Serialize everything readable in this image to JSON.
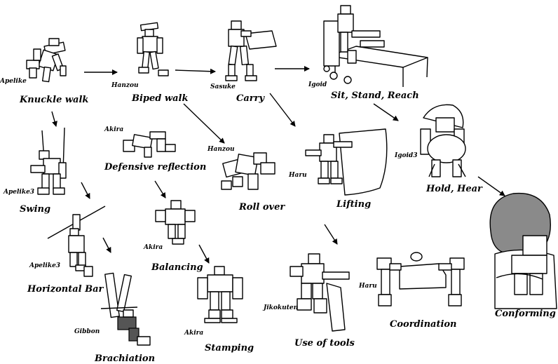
{
  "activities": {
    "knuckle_walk": "Knuckle walk",
    "biped_walk": "Biped walk",
    "carry": "Carry",
    "sit_stand_reach": "Sit, Stand, Reach",
    "swing": "Swing",
    "defensive_reflection": "Defensive reflection",
    "roll_over": "Roll over",
    "lifting": "Lifting",
    "hold_hear": "Hold, Hear",
    "horizontal_bar": "Horizontal Bar",
    "balancing": "Balancing",
    "stamping": "Stamping",
    "brachiation": "Brachiation",
    "use_of_tools": "Use of tools",
    "coordination": "Coordination",
    "conforming": "Conforming"
  },
  "robots": {
    "apelike": "Apelike",
    "hanzou_walk": "Hanzou",
    "sasuke": "Sasuke",
    "igoid": "Igoid",
    "apelike3_swing": "Apelike3",
    "akira_defense": "Akira",
    "hanzou_roll": "Hanzou",
    "haru_lift": "Haru",
    "igoid3": "Igoid3",
    "apelike3_bar": "Apelike3",
    "akira_balance": "Akira",
    "akira_stamp": "Akira",
    "gibbon": "Gibbon",
    "jikokuten": "Jikokuten",
    "haru_coord": "Haru"
  },
  "colors": {
    "ink": "#000000",
    "paper": "#ffffff",
    "shade": "#555555",
    "hair": "#8a8a8a"
  }
}
